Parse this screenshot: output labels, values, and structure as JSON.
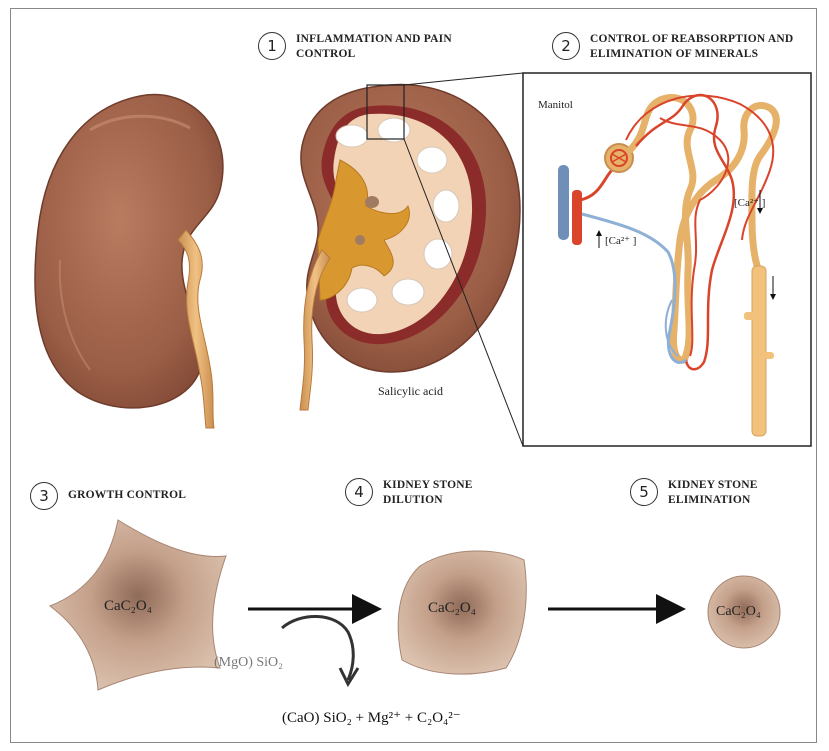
{
  "steps": [
    {
      "number": "1",
      "title": "INFLAMMATION AND PAIN CONTROL"
    },
    {
      "number": "2",
      "title": "CONTROL OF REABSORPTION AND ELIMINATION OF MINERALS"
    },
    {
      "number": "3",
      "title": "GROWTH CONTROL"
    },
    {
      "number": "4",
      "title": "KIDNEY STONE DILUTION"
    },
    {
      "number": "5",
      "title": "KIDNEY STONE ELIMINATION"
    }
  ],
  "labels": {
    "manitol": "Manitol",
    "salicylic_acid": "Salicylic acid",
    "ca_down": "[Ca²⁺ ]",
    "ca_up": "[Ca²⁺ ]",
    "stone_formula": "CaC₂O₄",
    "reagent": "(MgO) SiO₂",
    "products": "(CaO) SiO₂ + Mg²⁺ + C₂O₄²⁻"
  },
  "colors": {
    "kidney": "#a86a4f",
    "kidney_dark": "#7a4534",
    "ureter": "#e8b36f",
    "artery": "#d9442a",
    "vein": "#7b9cc4",
    "tubule": "#e6b26a",
    "stone": "#c7a48e"
  }
}
